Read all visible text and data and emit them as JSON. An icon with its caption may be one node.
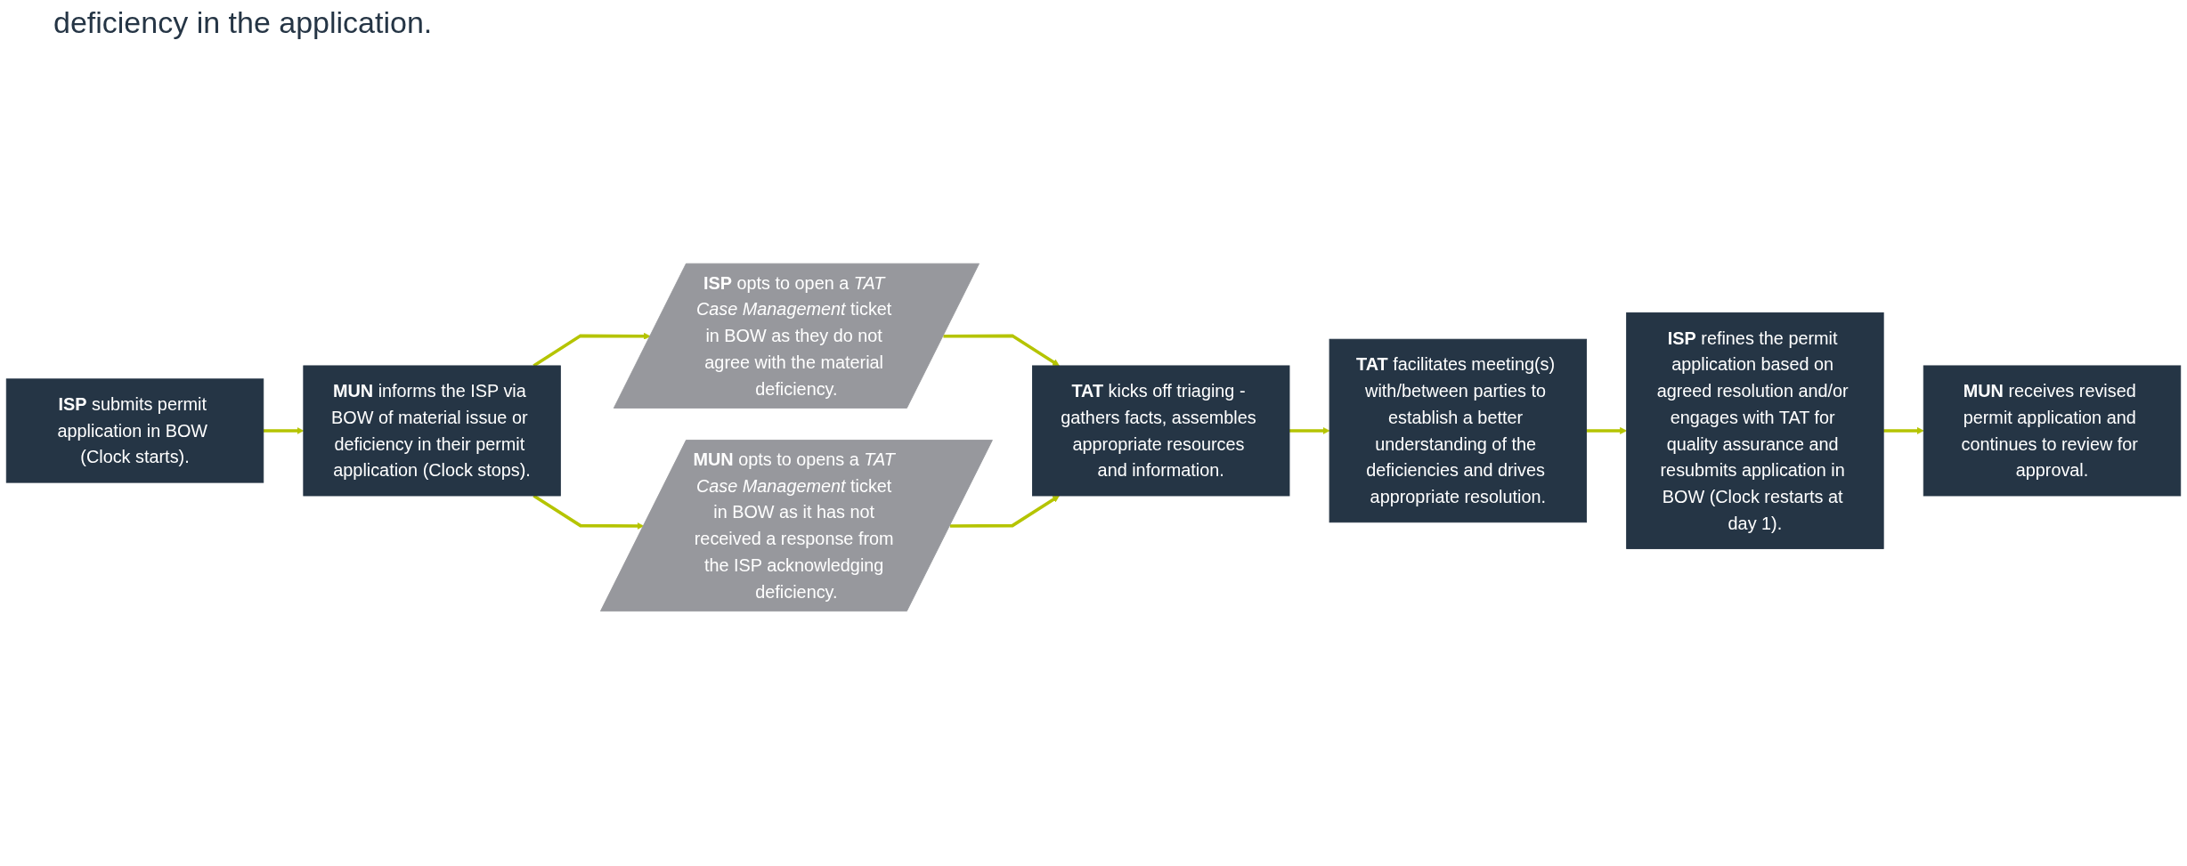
{
  "diagram": {
    "nodes": [
      {
        "text": [
          "**ISP** submits permit application in BOW (Clock starts)."
        ]
      },
      {
        "text": [
          "**MUN** informs the ISP via BOW of material issue or deficiency in their permit application (Clock stops)."
        ]
      },
      {
        "text": [
          "**ISP** opts to open a *TAT Case Management* ticket in BOW as they do not agree with the material deficiency."
        ]
      },
      {
        "text": [
          "**MUN** opts to opens a *TAT Case Management* ticket in BOW as it has not received a response from the ISP acknowledging deficiency."
        ]
      },
      {
        "text": [
          "**TAT** kicks off triaging - gathers facts, assembles appropriate resources and information."
        ]
      },
      {
        "text": [
          "**TAT** facilitates meeting(s) with/between parties to establish a better understanding of the deficiencies and drives appropriate resolution."
        ]
      },
      {
        "text": [
          "**ISP** refines the permit application based on agreed resolution and/or engages with TAT for quality assurance and resubmits application in BOW (Clock restarts at day 1)."
        ]
      },
      {
        "text": [
          "**MUN** receives revised permit application and continues to review for approval."
        ]
      }
    ],
    "edges": [
      {
        "from": 0,
        "to": 1,
        "arrow": "to"
      },
      {
        "from": 1,
        "to": 2,
        "arrow": "to"
      },
      {
        "from": 1,
        "to": 3,
        "arrow": "to"
      },
      {
        "from": 2,
        "to": 4,
        "arrow": "to"
      },
      {
        "from": 3,
        "to": 4,
        "arrow": "to"
      },
      {
        "from": 4,
        "to": 5,
        "arrow": "to"
      },
      {
        "from": 5,
        "to": 6,
        "arrow": "to"
      },
      {
        "from": 6,
        "to": 7,
        "arrow": "to"
      }
    ],
    "labels": [
      "deficiency in the application."
    ]
  }
}
